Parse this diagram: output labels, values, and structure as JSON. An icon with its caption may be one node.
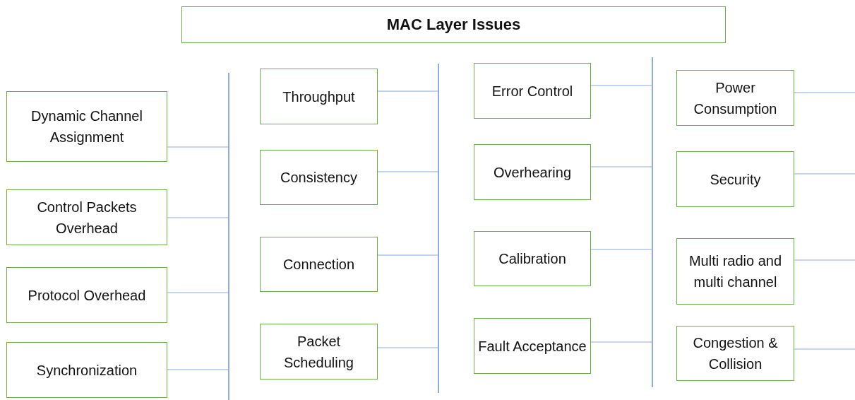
{
  "diagram": {
    "nodes": [
      {
        "text": [
          "MAC Layer Issues"
        ]
      },
      {
        "text": [
          "Dynamic Channel Assignment"
        ]
      },
      {
        "text": [
          "Control Packets Overhead"
        ]
      },
      {
        "text": [
          "Protocol Overhead"
        ]
      },
      {
        "text": [
          "Synchronization"
        ]
      },
      {
        "text": [],
        "shape": "bar"
      },
      {
        "text": [
          "Throughput"
        ]
      },
      {
        "text": [
          "Consistency"
        ]
      },
      {
        "text": [
          "Connection"
        ]
      },
      {
        "text": [
          "Packet Scheduling"
        ]
      },
      {
        "text": [],
        "shape": "bar"
      },
      {
        "text": [
          "Error Control"
        ]
      },
      {
        "text": [
          "Overhearing"
        ]
      },
      {
        "text": [
          "Calibration"
        ]
      },
      {
        "text": [
          "Fault Acceptance"
        ]
      },
      {
        "text": [],
        "shape": "bar"
      },
      {
        "text": [
          "Power Consumption"
        ]
      },
      {
        "text": [
          "Security"
        ]
      },
      {
        "text": [
          "Multi radio and multi channel"
        ]
      },
      {
        "text": [
          "Congestion & Collision"
        ]
      }
    ],
    "edges": [
      {
        "from": 1,
        "to": 5,
        "arrow": "none"
      },
      {
        "from": 2,
        "to": 5,
        "arrow": "none"
      },
      {
        "from": 3,
        "to": 5,
        "arrow": "none"
      },
      {
        "from": 4,
        "to": 5,
        "arrow": "none"
      },
      {
        "from": 6,
        "to": 10,
        "arrow": "none"
      },
      {
        "from": 7,
        "to": 10,
        "arrow": "none"
      },
      {
        "from": 8,
        "to": 10,
        "arrow": "none"
      },
      {
        "from": 9,
        "to": 10,
        "arrow": "none"
      },
      {
        "from": 11,
        "to": 15,
        "arrow": "none"
      },
      {
        "from": 12,
        "to": 15,
        "arrow": "none"
      },
      {
        "from": 13,
        "to": 15,
        "arrow": "none"
      },
      {
        "from": 14,
        "to": 15,
        "arrow": "none"
      },
      {
        "from": 16,
        "to": null,
        "arrow": "none"
      },
      {
        "from": 17,
        "to": null,
        "arrow": "none"
      },
      {
        "from": 18,
        "to": null,
        "arrow": "none"
      },
      {
        "from": 19,
        "to": null,
        "arrow": "none"
      }
    ]
  }
}
